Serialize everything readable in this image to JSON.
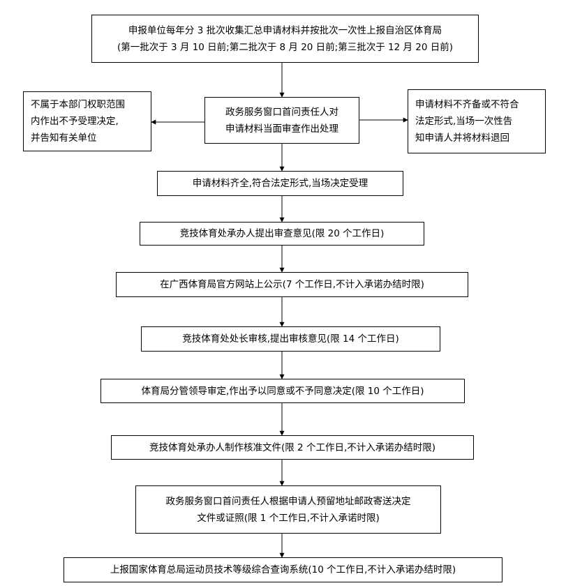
{
  "flow": {
    "step1": {
      "line1": "申报单位每年分 3 批次收集汇总申请材料并按批次一次性上报自治区体育局",
      "line2": "(第一批次于 3 月 10 日前;第二批次于 8 月 20 日前;第三批次于 12 月 20 日前)"
    },
    "step2": {
      "line1": "政务服务窗口首问责任人对",
      "line2": "申请材料当面审查作出处理"
    },
    "reject_left": {
      "line1": "不属于本部门权职范围",
      "line2": "内作出不予受理决定,",
      "line3": "并告知有关单位"
    },
    "reject_right": {
      "line1": "申请材料不齐备或不符合",
      "line2": "法定形式,当场一次性告",
      "line3": "知申请人并将材料退回"
    },
    "step3": "申请材料齐全,符合法定形式,当场决定受理",
    "step4": "竞技体育处承办人提出审查意见(限 20 个工作日)",
    "step5": "在广西体育局官方网站上公示(7 个工作日,不计入承诺办结时限)",
    "step6": "竞技体育处处长审核,提出审核意见(限 14 个工作日)",
    "step7": "体育局分管领导审定,作出予以同意或不予同意决定(限 10 个工作日)",
    "step8": "竞技体育处承办人制作核准文件(限 2 个工作日,不计入承诺办结时限)",
    "step9": {
      "line1": "政务服务窗口首问责任人根据申请人预留地址邮政寄送决定",
      "line2": "文件或证照(限 1 个工作日,不计入承诺时限)"
    },
    "step10": "上报国家体育总局运动员技术等级综合查询系统(10 个工作日,不计入承诺办结时限)"
  }
}
